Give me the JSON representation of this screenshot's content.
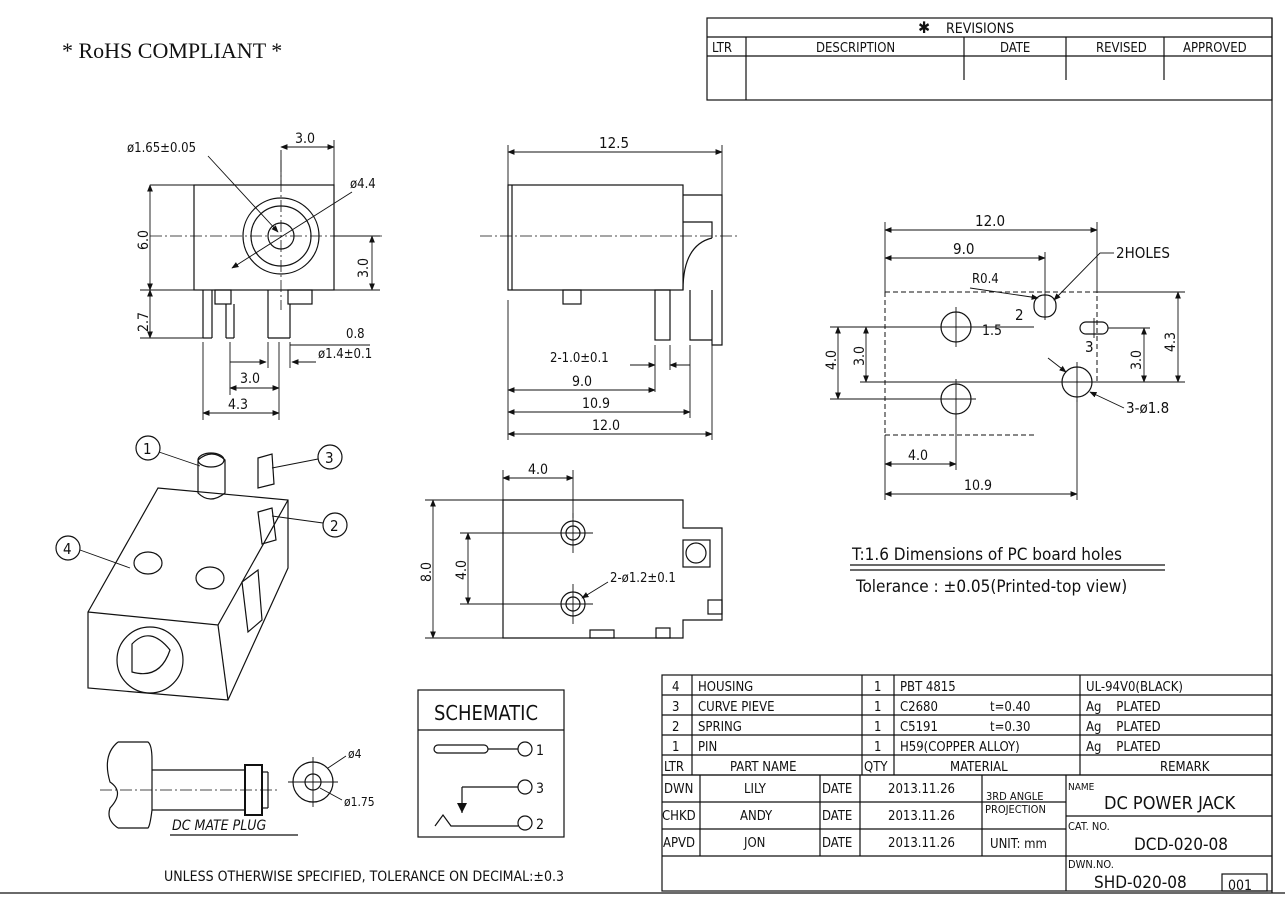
{
  "header": {
    "rohs": "* RoHS COMPLIANT *"
  },
  "revisions": {
    "title": "REVISIONS",
    "cols": [
      "LTR",
      "DESCRIPTION",
      "DATE",
      "REVISED",
      "APPROVED"
    ]
  },
  "front_view": {
    "d_pin": "ø1.65±0.05",
    "w_top": "3.0",
    "d_body": "ø4.4",
    "h_total": "6.0",
    "h_pin": "3.0",
    "h_leg": "2.7",
    "w_pin": "0.8",
    "d_leg": "ø1.4±0.1",
    "w_3": "3.0",
    "w_43": "4.3"
  },
  "side_view": {
    "w_125": "12.5",
    "w_21": "2-1.0±0.1",
    "w_90": "9.0",
    "w_109": "10.9",
    "w_120": "12.0"
  },
  "bottom_view": {
    "w_40": "4.0",
    "h_80": "8.0",
    "h_40": "4.0",
    "holes": "2-ø1.2±0.1"
  },
  "pcb": {
    "w_120": "12.0",
    "w_90": "9.0",
    "r04": "R0.4",
    "holes2": "2HOLES",
    "num2": "2",
    "num3": "3",
    "v_15": "1.5",
    "v_40": "4.0",
    "v_30a": "3.0",
    "v_30b": "3.0",
    "v_43": "4.3",
    "holes3": "3-ø1.8",
    "w_40b": "4.0",
    "w_109": "10.9",
    "note1": "T:1.6 Dimensions of PC board holes",
    "note2": "Tolerance : ±0.05(Printed-top view)"
  },
  "iso": {
    "b1": "1",
    "b2": "2",
    "b3": "3",
    "b4": "4"
  },
  "plug": {
    "d4": "ø4",
    "d175": "ø1.75",
    "label": "DC MATE PLUG"
  },
  "schematic": {
    "title": "SCHEMATIC",
    "p1": "1",
    "p3": "3",
    "p2": "2"
  },
  "tolerance_note": "UNLESS OTHERWISE SPECIFIED, TOLERANCE ON DECIMAL:±0.3",
  "bom": {
    "rows": [
      {
        "no": "4",
        "name": "HOUSING",
        "qty": "1",
        "material": "PBT 4815",
        "thk": "",
        "remark": "UL-94V0(BLACK)"
      },
      {
        "no": "3",
        "name": "CURVE PIEVE",
        "qty": "1",
        "material": "C2680",
        "thk": "t=0.40",
        "remark": "Ag    PLATED"
      },
      {
        "no": "2",
        "name": "SPRING",
        "qty": "1",
        "material": "C5191",
        "thk": "t=0.30",
        "remark": "Ag    PLATED"
      },
      {
        "no": "1",
        "name": "PIN",
        "qty": "1",
        "material": "H59(COPPER ALLOY)",
        "thk": "",
        "remark": "Ag    PLATED"
      }
    ],
    "header": {
      "ltr": "LTR",
      "name": "PART NAME",
      "qty": "QTY",
      "material": "MATERIAL",
      "remark": "REMARK"
    }
  },
  "title_block": {
    "dwn": "DWN",
    "dwn_name": "LILY",
    "chkd": "CHKD",
    "chkd_name": "ANDY",
    "apvd": "APVD",
    "apvd_name": "JON",
    "date_label": "DATE",
    "date1": "2013.11.26",
    "date2": "2013.11.26",
    "date3": "2013.11.26",
    "proj1": "3RD ANGLE",
    "proj2": "PROJECTION",
    "unit": "UNIT: mm",
    "name_label": "NAME",
    "name": "DC POWER JACK",
    "cat_label": "CAT. NO.",
    "cat": "DCD-020-08",
    "dwn_no_label": "DWN.NO.",
    "dwn_no": "SHD-020-08",
    "sheet": "001"
  }
}
